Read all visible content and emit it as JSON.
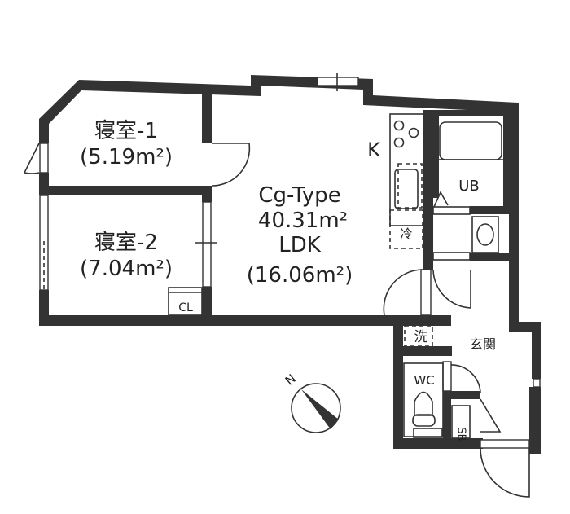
{
  "plan": {
    "type_name": "Cg-Type",
    "total_area": "40.31m²",
    "rooms": {
      "bedroom1": {
        "name": "寝室-1",
        "area": "(5.19m²)"
      },
      "bedroom2": {
        "name": "寝室-2",
        "area": "(7.04m²)"
      },
      "ldk": {
        "name": "LDK",
        "area": "(16.06m²)"
      },
      "kitchen": "K",
      "unit_bath": "UB",
      "refrigerator": "冷",
      "washer": "洗",
      "entrance": "玄関",
      "toilet": "WC",
      "shoe_box": "SB",
      "closet": "CL"
    },
    "compass": {
      "label": "N",
      "icon": "north-arrow-icon"
    },
    "colors": {
      "wall": "#333333"
    }
  }
}
